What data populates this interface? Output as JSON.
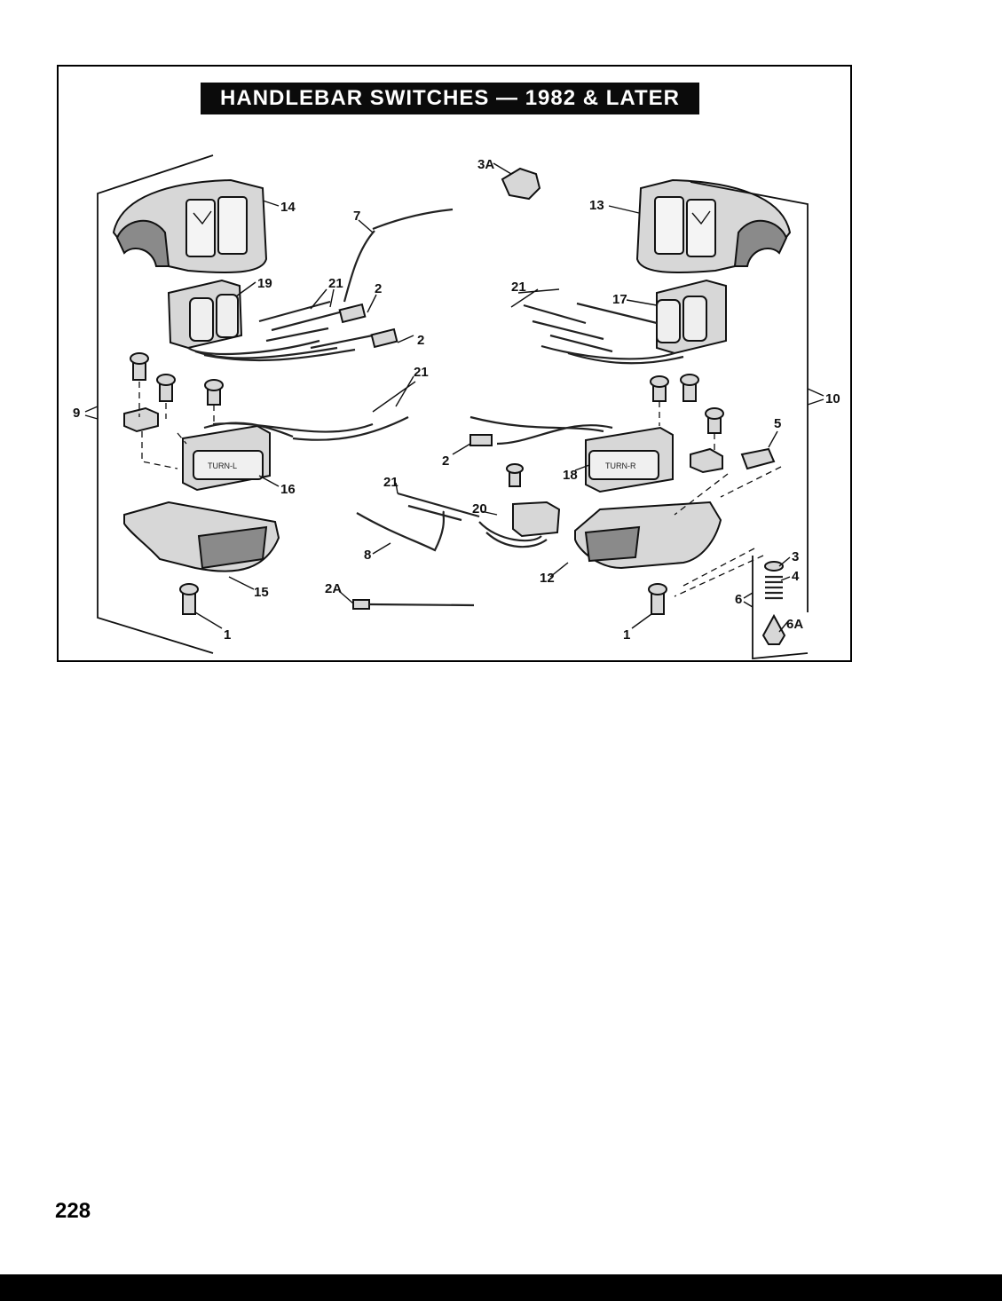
{
  "title": "HANDLEBAR SWITCHES — 1982 & LATER",
  "page_number": "228",
  "callouts": {
    "c3A": "3A",
    "c14": "14",
    "c7": "7",
    "c13": "13",
    "c19": "19",
    "c21_a": "21",
    "c2_a": "2",
    "c21_b": "21",
    "c17": "17",
    "c2_b": "2",
    "c21_c": "21",
    "c9": "9",
    "c10": "10",
    "c5": "5",
    "c2_c": "2",
    "c18": "18",
    "c16": "16",
    "c21_d": "21",
    "c20": "20",
    "c8": "8",
    "c12": "12",
    "c15": "15",
    "c2A": "2A",
    "c3": "3",
    "c4": "4",
    "c6": "6",
    "c6A": "6A",
    "c1_a": "1",
    "c1_b": "1"
  },
  "switch_labels": {
    "turn_left": "TURN-L",
    "turn_right": "TURN-R"
  }
}
